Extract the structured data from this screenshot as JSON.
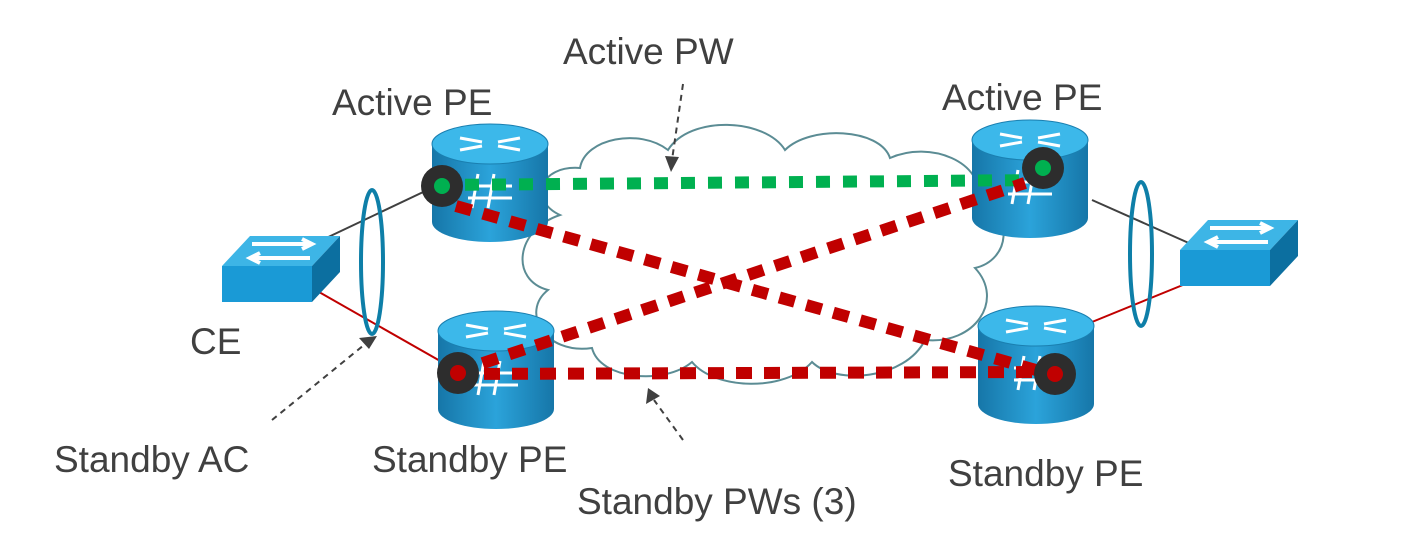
{
  "labels": {
    "active_pw": "Active PW",
    "active_pe_left": "Active PE",
    "active_pe_right": "Active PE",
    "ce": "CE",
    "standby_ac": "Standby AC",
    "standby_pe_left": "Standby PE",
    "standby_pe_right": "Standby PE",
    "standby_pws": "Standby PWs (3)"
  },
  "colors": {
    "active": "#00b050",
    "standby": "#c00000",
    "device": "#1a9ad6",
    "cloud_stroke": "#5b8c94",
    "text": "#404040"
  },
  "icons": {
    "pe_router": "router-icon",
    "ce_switch": "switch-icon",
    "core_network": "cloud-icon"
  }
}
